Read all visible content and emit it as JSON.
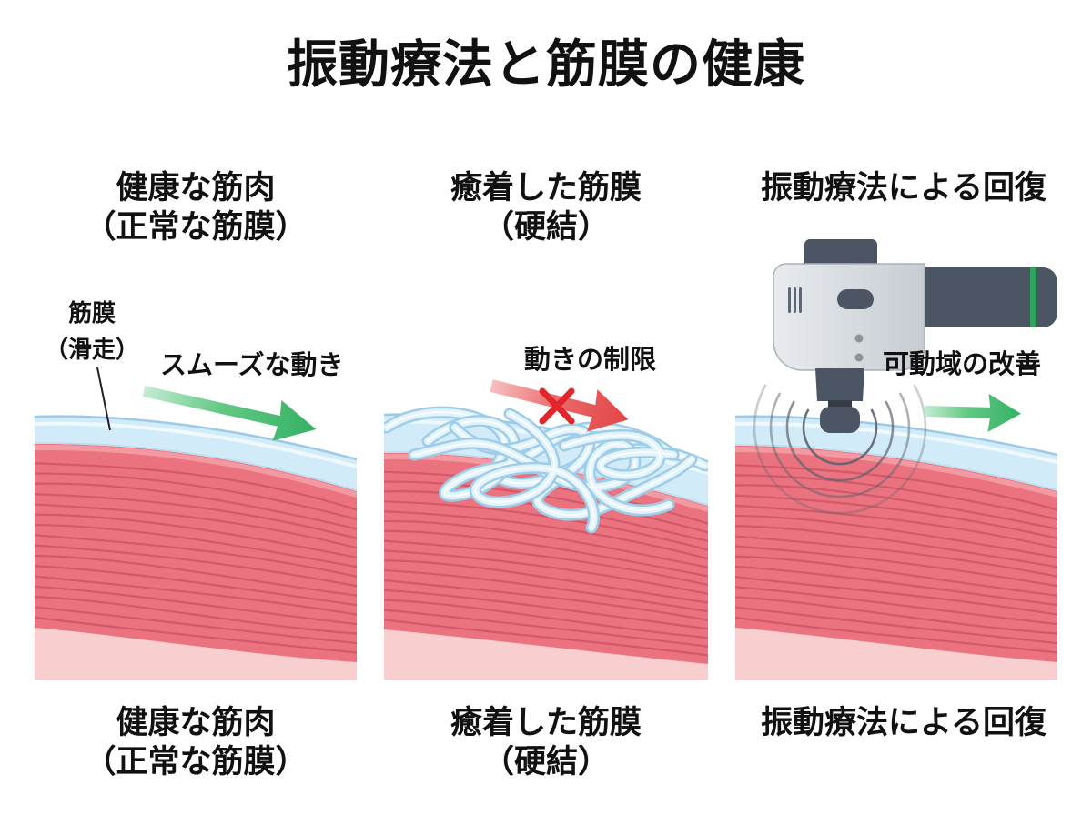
{
  "title": "振動療法と筋膜の健康",
  "panels": [
    {
      "heading": {
        "line1": "健康な筋肉",
        "line2": "（正常な筋膜）"
      },
      "caption": {
        "line1": "健康な筋肉",
        "line2": "（正常な筋膜）"
      },
      "fascia_label": {
        "line1": "筋膜",
        "line2": "（滑走）"
      },
      "motion_label": "スムーズな動き"
    },
    {
      "heading": {
        "line1": "癒着した筋膜",
        "line2": "（硬結）"
      },
      "caption": {
        "line1": "癒着した筋膜",
        "line2": "（硬結）"
      },
      "motion_label": "動きの制限"
    },
    {
      "heading": {
        "line1": "振動療法による回復"
      },
      "caption": {
        "line1": "振動療法による回復"
      },
      "motion_label": "可動域の改善"
    }
  ],
  "colors": {
    "text": "#111111",
    "muscle": "#ea737f",
    "muscle_fiber": "#cd5565",
    "muscle_base": "#f8cfce",
    "fascia": "#d2ebf8",
    "fascia_edge": "#9ccae6",
    "smooth_arrow": "#34b264",
    "restricted_arrow": "#e24646",
    "restriction_mark": "#e0262a",
    "device_dark": "#4b5563",
    "device_body": "#d8dce1",
    "device_accent": "#2fa35c"
  },
  "icons": {
    "restriction_mark": "x-mark",
    "device": "massage-gun",
    "vibration": "vibration-waves",
    "direction": "arrow-right"
  }
}
